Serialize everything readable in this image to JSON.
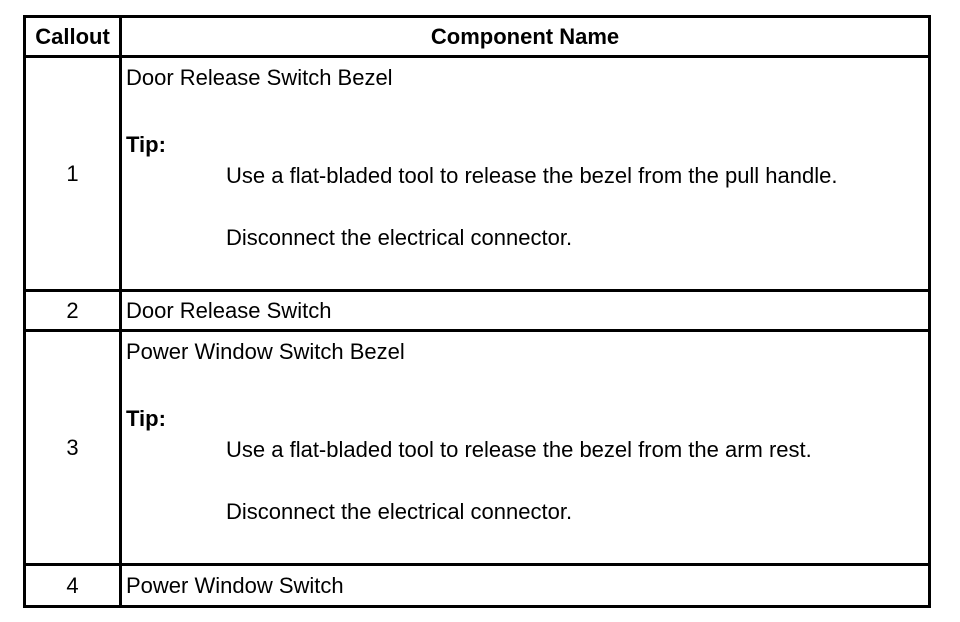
{
  "table": {
    "headers": {
      "callout": "Callout",
      "component": "Component Name"
    },
    "rows": [
      {
        "callout": "1",
        "name": "Door Release Switch Bezel",
        "tip_label": "Tip:",
        "steps": [
          "Use a flat-bladed tool to release the bezel from the pull handle.",
          "Disconnect the electrical connector."
        ]
      },
      {
        "callout": "2",
        "name": "Door Release Switch"
      },
      {
        "callout": "3",
        "name": "Power Window Switch Bezel",
        "tip_label": "Tip:",
        "steps": [
          "Use a flat-bladed tool to release the bezel from the arm rest.",
          "Disconnect the electrical connector."
        ]
      },
      {
        "callout": "4",
        "name": "Power Window Switch"
      }
    ]
  }
}
